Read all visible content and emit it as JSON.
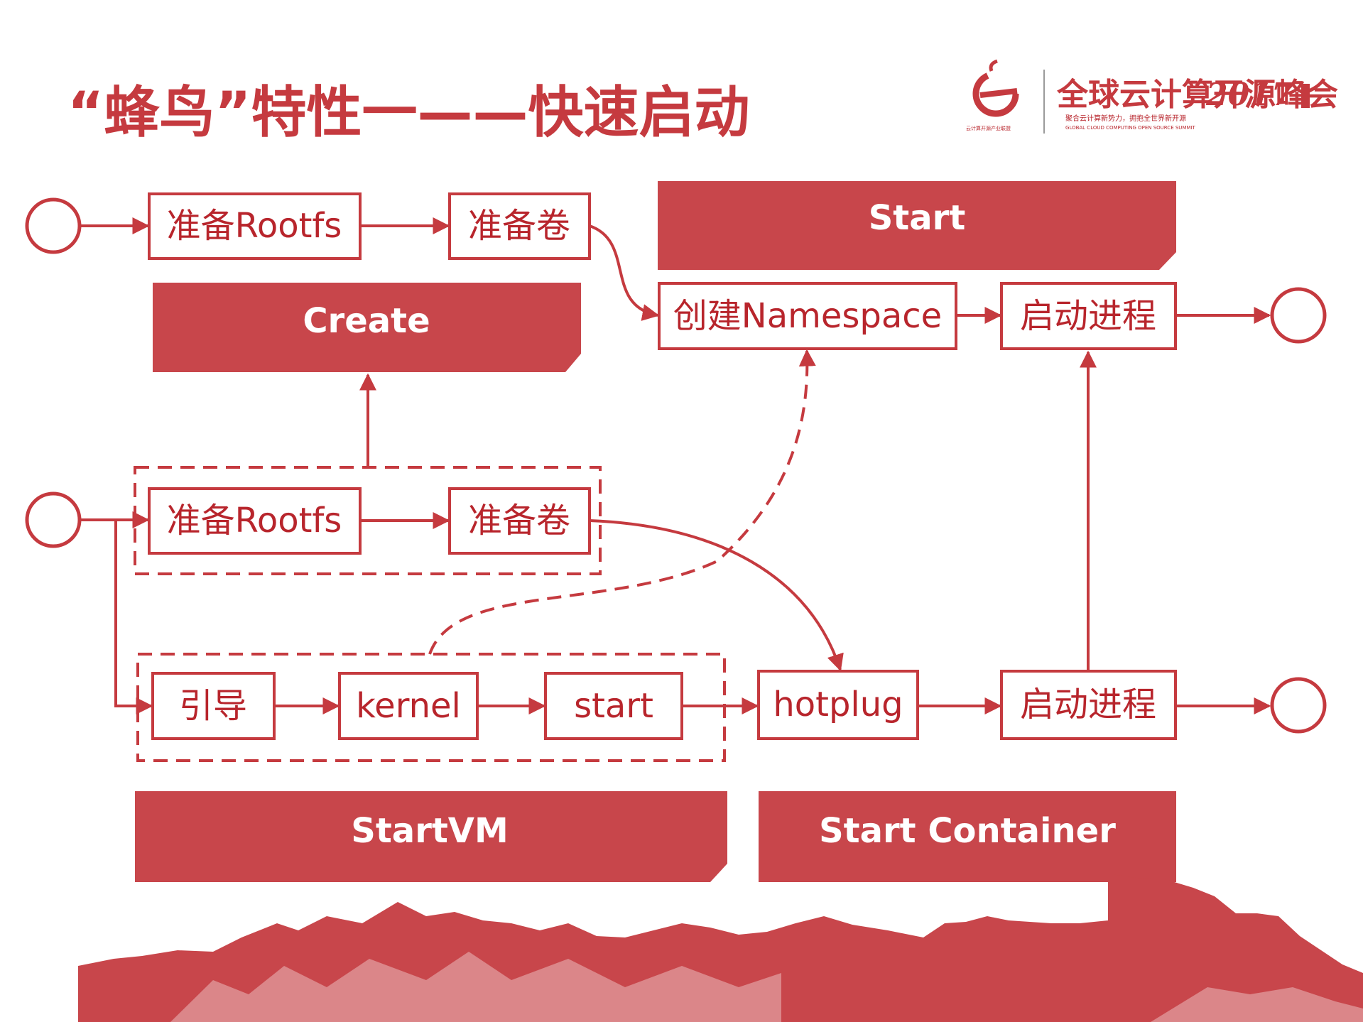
{
  "title": "“蜂鸟”特性一——快速启动",
  "logo": {
    "event_name": "全球云计算开源峰会",
    "year": "2017",
    "tagline_cn": "聚合云计算新势力，拥抱全世界新开源",
    "tagline_en": "GLOBAL CLOUD COMPUTING OPEN SOURCE SUMMIT",
    "org_name": "云计算开源产业联盟"
  },
  "banners": {
    "create": "Create",
    "start": "Start",
    "startvm": "StartVM",
    "start_container": "Start Container"
  },
  "nodes": {
    "top_rootfs": "准备Rootfs",
    "top_volume": "准备卷",
    "create_namespace": "创建Namespace",
    "top_start_process": "启动进程",
    "mid_rootfs": "准备Rootfs",
    "mid_volume": "准备卷",
    "boot": "引导",
    "kernel": "kernel",
    "start": "start",
    "hotplug": "hotplug",
    "bottom_start_process": "启动进程"
  },
  "colors": {
    "accent": "#c53a3f",
    "node_border": "#c53a3f",
    "node_text": "#b8252c",
    "banner_fill": "#c8464b",
    "banner_text": "#ffffff"
  }
}
